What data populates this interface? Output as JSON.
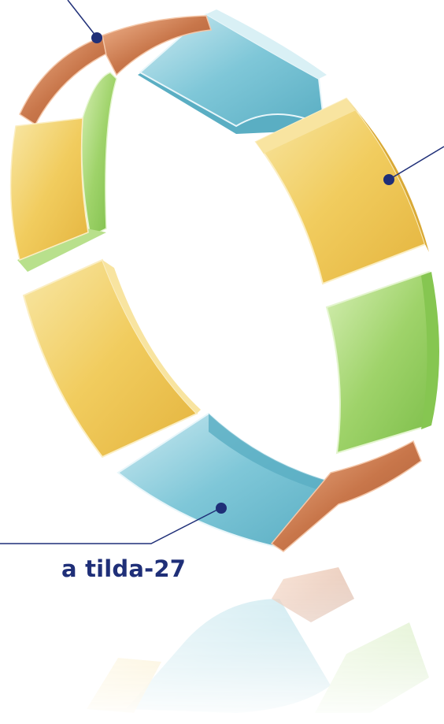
{
  "diagram": {
    "type": "segmented-ring",
    "segments": [
      {
        "name": "segment-top-left-orange",
        "color": "#c8764a"
      },
      {
        "name": "segment-top-blue",
        "color": "#7fc7d8"
      },
      {
        "name": "segment-left-green",
        "color": "#9fd36a"
      },
      {
        "name": "segment-upper-left-yellow",
        "color": "#f1cc5e"
      },
      {
        "name": "segment-upper-right-yellow",
        "color": "#f1cc5e"
      },
      {
        "name": "segment-lower-left-yellow",
        "color": "#f1cc5e"
      },
      {
        "name": "segment-lower-right-green",
        "color": "#9fd36a"
      },
      {
        "name": "segment-bottom-blue",
        "color": "#7fc7d8"
      },
      {
        "name": "segment-bottom-right-orange",
        "color": "#c8764a"
      }
    ],
    "callout_color": "#1f2f78",
    "callout_text": "a tilda-27"
  }
}
